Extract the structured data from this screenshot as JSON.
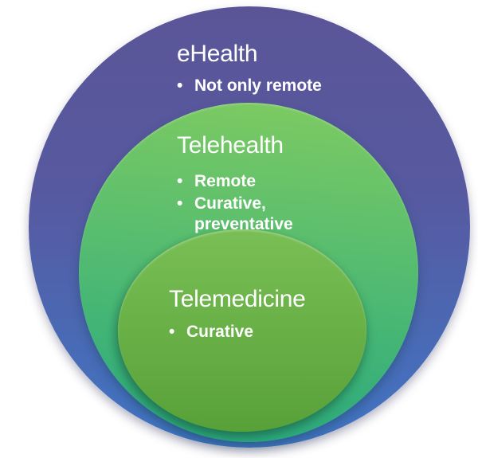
{
  "page": {
    "background": "#ffffff",
    "text_color": "#ffffff"
  },
  "diagram": {
    "type": "nested-venn",
    "bullet_char": "•",
    "circles": [
      {
        "label": "eHealth",
        "bullets": [
          "Not only remote"
        ],
        "gradient": {
          "angle": "180deg",
          "stops": [
            "#5b5598 0%",
            "#5759a0 42%",
            "#4076c4 100%"
          ]
        }
      },
      {
        "label": "Telehealth",
        "bullets": [
          "Remote",
          "Curative, preventative"
        ],
        "gradient": {
          "angle": "185deg",
          "stops": [
            "#7fcb61 0%",
            "#4db973 55%",
            "#28a87e 100%"
          ]
        }
      },
      {
        "label": "Telemedicine",
        "bullets": [
          "Curative"
        ],
        "gradient": {
          "angle": "180deg",
          "stops": [
            "#79bf55 0%",
            "#58a138 100%"
          ]
        }
      }
    ]
  }
}
